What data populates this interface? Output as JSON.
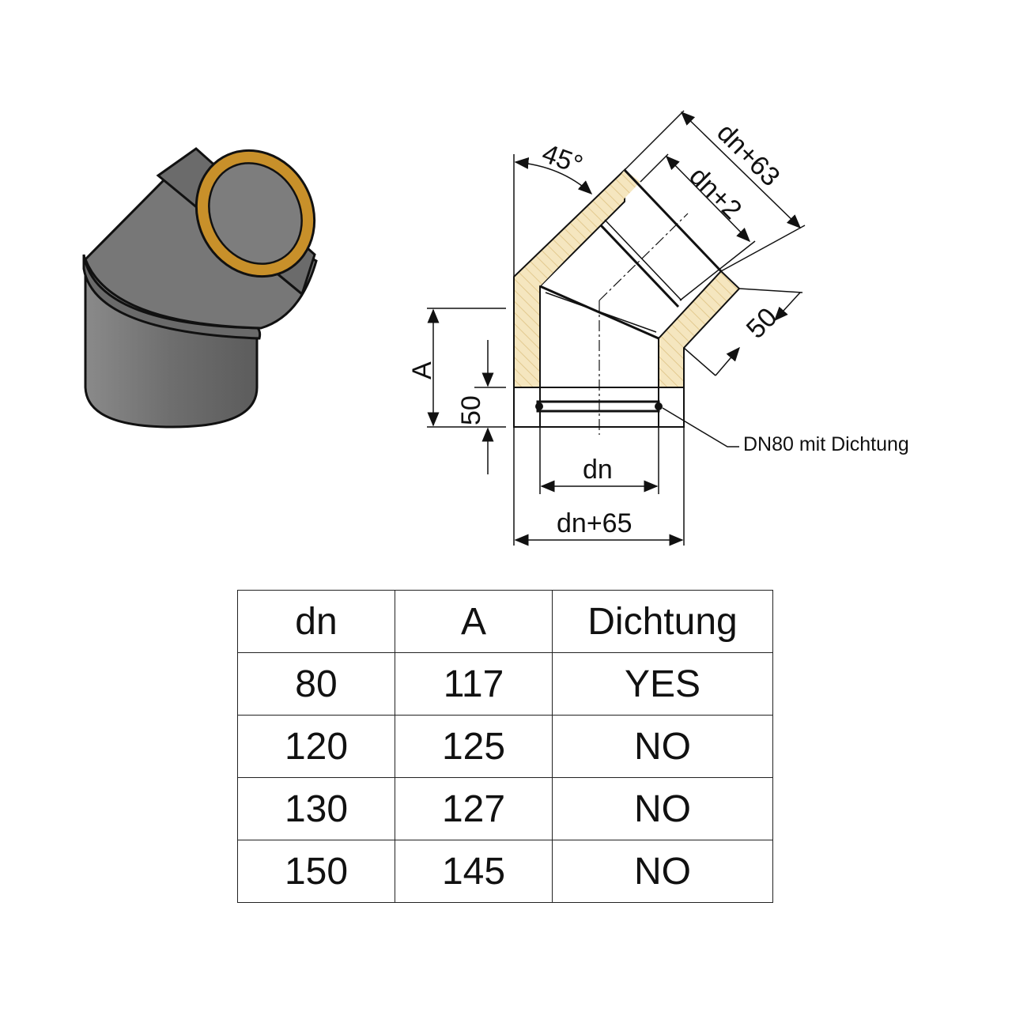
{
  "diagram": {
    "angle_label": "45°",
    "dim_outer_diagonal": "dn+63",
    "dim_inner_diagonal": "dn+2",
    "dim_end_offset": "50",
    "dim_height_A": "A",
    "dim_socket": "50",
    "dim_inner_width": "dn",
    "dim_outer_width": "dn+65",
    "callout_seal": "DN80 mit Dichtung",
    "colors": {
      "insulation": "#f5e6bf",
      "pipe_body": "#7a7a7a",
      "collar": "#c8902a",
      "outline": "#111111"
    }
  },
  "table": {
    "headers": [
      "dn",
      "A",
      "Dichtung"
    ],
    "rows": [
      [
        "80",
        "117",
        "YES"
      ],
      [
        "120",
        "125",
        "NO"
      ],
      [
        "130",
        "127",
        "NO"
      ],
      [
        "150",
        "145",
        "NO"
      ]
    ]
  }
}
